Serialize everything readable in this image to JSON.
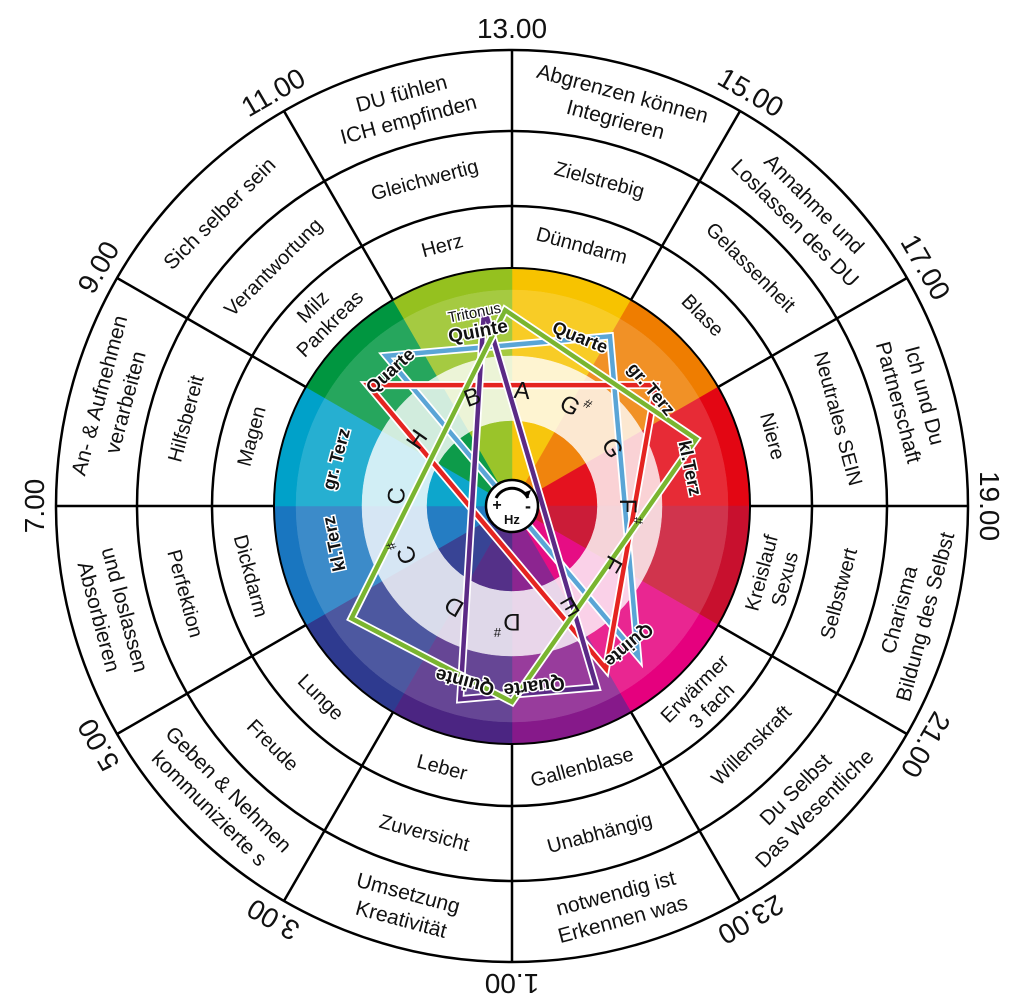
{
  "hours": [
    {
      "label": "13.00",
      "angle": 0
    },
    {
      "label": "15.00",
      "angle": 30
    },
    {
      "label": "17.00",
      "angle": 60
    },
    {
      "label": "19.00",
      "angle": 90
    },
    {
      "label": "21.00",
      "angle": 120
    },
    {
      "label": "23.00",
      "angle": 150
    },
    {
      "label": "1.00",
      "angle": 180
    },
    {
      "label": "3.00",
      "angle": 210
    },
    {
      "label": "5.00",
      "angle": 240
    },
    {
      "label": "7.00",
      "angle": 270
    },
    {
      "label": "9.00",
      "angle": 300
    },
    {
      "label": "11.00",
      "angle": 330
    }
  ],
  "segments": [
    {
      "outer": [
        "Abgrenzen können",
        "Integrieren"
      ],
      "middle": [
        "Zielstrebig"
      ],
      "inner": [
        "Dünndarm"
      ]
    },
    {
      "outer": [
        "Annahme und",
        "Loslassen des DU"
      ],
      "middle": [
        "Gelassenheit"
      ],
      "inner": [
        "Blase"
      ]
    },
    {
      "outer": [
        "Ich und Du",
        "Partnerschaft"
      ],
      "middle": [
        "Neutrales SEIN"
      ],
      "inner": [
        "Niere"
      ]
    },
    {
      "outer": [
        "Bildung des Selbst",
        "Charisma"
      ],
      "middle": [
        "Selbstwert"
      ],
      "inner": [
        "Sexus",
        "Kreislauf"
      ]
    },
    {
      "outer": [
        "Das Wesentliche",
        "Du Selbst"
      ],
      "middle": [
        "Willenskraft"
      ],
      "inner": [
        "3 fach",
        "Erwärmer"
      ]
    },
    {
      "outer": [
        "Erkennen was",
        "notwendig ist"
      ],
      "middle": [
        "Unabhängig"
      ],
      "inner": [
        "Gallenblase"
      ]
    },
    {
      "outer": [
        "Kreativität",
        "Umsetzung"
      ],
      "middle": [
        "Zuversicht"
      ],
      "inner": [
        "Leber"
      ]
    },
    {
      "outer": [
        "kommunizierte s",
        "Geben & Nehmen"
      ],
      "middle": [
        "Freude"
      ],
      "inner": [
        "Lunge"
      ]
    },
    {
      "outer": [
        "Absorbieren",
        "und loslassen"
      ],
      "middle": [
        "Perfektion"
      ],
      "inner": [
        "Dickdarm"
      ]
    },
    {
      "outer": [
        "An- & Aufnehmen",
        "verarbeiten"
      ],
      "middle": [
        "Hilfsbereit"
      ],
      "inner": [
        "Magen"
      ]
    },
    {
      "outer": [
        "Sich selber sein"
      ],
      "middle": [
        "Verantwortung"
      ],
      "inner": [
        "Milz",
        "Pankreas"
      ]
    },
    {
      "outer": [
        "DU fühlen",
        "ICH empfinden"
      ],
      "middle": [
        "Gleichwertig"
      ],
      "inner": [
        "Herz"
      ]
    }
  ],
  "notes": [
    {
      "label": "B",
      "sharp": false,
      "angle": -20
    },
    {
      "label": "A",
      "sharp": false,
      "angle": 5
    },
    {
      "label": "G",
      "sharp": true,
      "angle": 30
    },
    {
      "label": "G",
      "sharp": false,
      "angle": 60
    },
    {
      "label": "F",
      "sharp": true,
      "angle": 90
    },
    {
      "label": "F",
      "sharp": false,
      "angle": 120
    },
    {
      "label": "E",
      "sharp": false,
      "angle": 150
    },
    {
      "label": "D",
      "sharp": true,
      "angle": 180
    },
    {
      "label": "D",
      "sharp": false,
      "angle": 210
    },
    {
      "label": "C",
      "sharp": true,
      "angle": 245
    },
    {
      "label": "C",
      "sharp": false,
      "angle": 275
    },
    {
      "label": "H",
      "sharp": false,
      "angle": 305
    }
  ],
  "sharp_symbol": "#",
  "intervals": [
    {
      "label": "Tritonus",
      "angle": -11,
      "color": "#222222",
      "size": 15,
      "bold": false,
      "offset": -16
    },
    {
      "label": "Quinte",
      "angle": -11,
      "color": "#5b2a86",
      "size": 19,
      "bold": true,
      "offset": 4
    },
    {
      "label": "Quarte",
      "angle": 22,
      "color": "#e52421",
      "size": 18,
      "bold": true,
      "offset": 0
    },
    {
      "label": "gr. Terz",
      "angle": 50,
      "color": "#5aa5d6",
      "size": 18,
      "bold": true,
      "offset": 0
    },
    {
      "label": "kl.Terz",
      "angle": 78,
      "color": "#6fa52c",
      "size": 18,
      "bold": true,
      "offset": 0
    },
    {
      "label": "Quinte",
      "angle": 140,
      "color": "#5b2a86",
      "size": 18,
      "bold": true,
      "offset": 0
    },
    {
      "label": "Quarte",
      "angle": 173,
      "color": "#c8102e",
      "size": 19,
      "bold": true,
      "offset": 0
    },
    {
      "label": "Quinte",
      "angle": 195,
      "color": "#5b2a86",
      "size": 19,
      "bold": true,
      "offset": 0
    },
    {
      "label": "kl.Terz",
      "angle": 258,
      "color": "#6fa52c",
      "size": 18,
      "bold": true,
      "offset": 0
    },
    {
      "label": "gr. Terz",
      "angle": 285,
      "color": "#5aa5d6",
      "size": 18,
      "bold": true,
      "offset": 0
    },
    {
      "label": "Quarte",
      "angle": 318,
      "color": "#e52421",
      "size": 18,
      "bold": true,
      "offset": 0
    }
  ],
  "center": {
    "plus": "+",
    "minus": "-",
    "unit": "Hz"
  },
  "colors": {
    "sectors": [
      "#f7c300",
      "#ef7d00",
      "#e30613",
      "#c8102e",
      "#e5007e",
      "#86198a",
      "#4b2582",
      "#2e3a8f",
      "#1976c0",
      "#00a1c9",
      "#009640",
      "#95c11f"
    ],
    "lines": "#000000",
    "quinte": "#5b2a86",
    "quarte": "#e52421",
    "gr_terz": "#5aa5d6",
    "kl_terz": "#7ab530",
    "light": "#fdf6c8"
  }
}
